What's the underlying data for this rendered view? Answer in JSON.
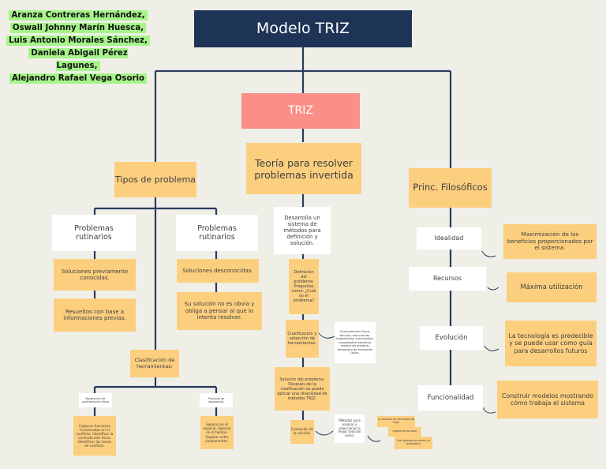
{
  "authors": [
    "Aranza Contreras Hernández,",
    "Oswall Johnny Marín Huesca,",
    "Luis Antonio  Morales Sánchez,",
    "Daniela Abigail Pérez Lagunes,",
    "Alejandro Rafael Vega Osorio"
  ],
  "title": "Modelo TRIZ",
  "triz": "TRIZ",
  "teoria": "Teoría para resolver problemas invertida",
  "tipos": {
    "label": "Tipos de problema",
    "rutinarios_a": "Problemas rutinarios",
    "rutinarios_b": "Problemas rutinarios",
    "soluciones_previas": "Soluciones previamente conocidas.",
    "resueltos": "Resueltos con base a informaciones previas.",
    "soluciones_desconocidas": "Soluciones desconocidas.",
    "no_obvia": "Su solución no es obvia y obliga a pensar al que lo intenta resolver.",
    "clasificacion": "Clasificación de herramientas:",
    "resolucion": "Resolución de contradicción física",
    "capturar": "Capturar funciones invisionadas en el conflicto. Identificar la contradicción física. Identificar las zonas de conflicto.",
    "principios": "Principio de separación",
    "separar": "Separar en el espacio. Separar en el tiempo. Separar entre componentes."
  },
  "teoria_branch": {
    "desarrolla": "Desarrolla un sistema de métodos para definición y solución.",
    "definicion": "Definición del problema: Preguntas como: ¿Cuál es el problema?",
    "clasificacion": "Clasificación y selección de herramientas.",
    "contradiccion": "Contradicción física, técnica, estructuras, imperfectas, funcionales, complejidad excesiva, mejora de sistema, desarrollo de funciones útiles.",
    "solucion": "Solución del problema: Después de la clasificación se puede aplicar una diversidad de métodos TRIZ.",
    "evaluacion": "Evaluación de la solución.",
    "metodos": "Métodos para evaluar y seleccionar la mejor solución como:",
    "eval_1": "La solución de conceptos de Pugh",
    "eval_2": "Ingeniería del valor",
    "eval_3": "Los métodos de diseño no axiomático"
  },
  "principios": {
    "label": "Princ. Filosóficos",
    "idealidad": "Idealidad",
    "idealidad_desc": "Maximización de los beneficios proporcionados por el sistema.",
    "recursos": "Recursos",
    "recursos_desc": "Máxima utilización",
    "evolucion": "Evolución",
    "evolucion_desc": "La tecnología es predecible y se puede usar como guía para desarrollos futuros",
    "funcionalidad": "Funcionalidad",
    "funcionalidad_desc": "Construir modelos mostrando cómo trabaja el sistema"
  },
  "colors": {
    "navy": "#1e3456",
    "coral": "#f98f86",
    "orange": "#fccf7f",
    "highlight": "#a6f58a"
  }
}
